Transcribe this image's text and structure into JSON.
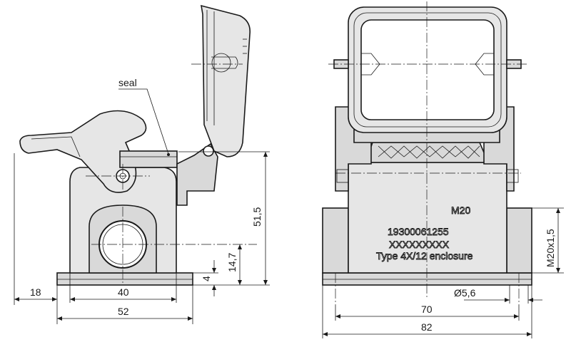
{
  "labels": {
    "seal": "seal"
  },
  "dimensions": {
    "side_left_overhang": "18",
    "side_base_inner": "40",
    "side_base_total": "52",
    "side_height_total": "51,5",
    "side_height_gland_center": "14,7",
    "side_base_thickness": "4",
    "front_hole_spacing": "70",
    "front_base_width": "82",
    "front_hole_diameter": "Ø5,6",
    "front_thread": "M20x1,5"
  },
  "marking": {
    "thread": "M20",
    "part_number": "19300061255",
    "code": "XXXXXXXXX",
    "rating": "Type 4X/12 enclosure"
  }
}
